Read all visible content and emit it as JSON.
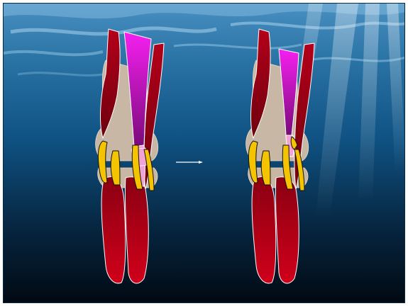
{
  "slide": {
    "background": "underwater-ocean",
    "colors": {
      "water_top": "#3f86b8",
      "water_mid": "#0e4f7e",
      "water_bottom": "#020c16",
      "muscle_red": "#b00018",
      "muscle_dark": "#7a0010",
      "tendon_magenta": "#e81de6",
      "tendon_pink": "#f6a6d8",
      "bone_beige": "#c9b8a6",
      "ligament_yellow": "#f5c400",
      "arrow_white": "#ffffff"
    },
    "figures": [
      {
        "name": "knee-before",
        "state": "before"
      },
      {
        "name": "knee-after",
        "state": "after"
      }
    ],
    "arrow": {
      "direction": "right"
    }
  }
}
